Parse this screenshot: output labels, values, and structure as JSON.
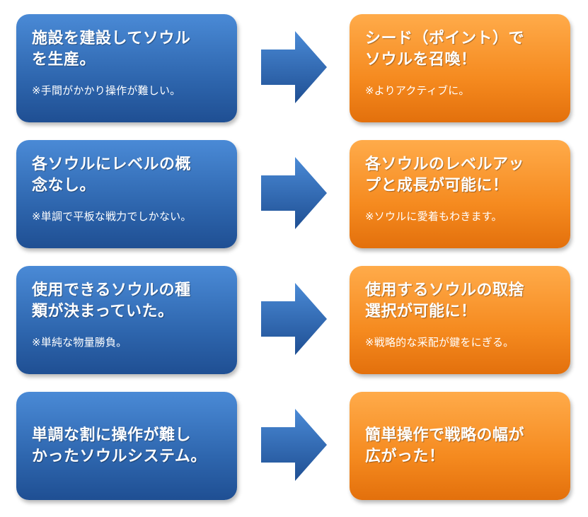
{
  "rows": [
    {
      "before": {
        "title": "施設を建設してソウル\nを生産。",
        "note": "※手間がかかり操作が難しい。"
      },
      "after": {
        "title": "シード（ポイント）で\nソウルを召喚！",
        "note": "※よりアクティブに。"
      }
    },
    {
      "before": {
        "title": "各ソウルにレベルの概\n念なし。",
        "note": "※単調で平板な戦力でしかない。"
      },
      "after": {
        "title": "各ソウルのレベルアッ\nプと成長が可能に！",
        "note": "※ソウルに愛着もわきます。"
      }
    },
    {
      "before": {
        "title": "使用できるソウルの種\n類が決まっていた。",
        "note": "※単純な物量勝負。"
      },
      "after": {
        "title": "使用するソウルの取捨\n選択が可能に！",
        "note": "※戦略的な采配が鍵をにぎる。"
      }
    },
    {
      "before": {
        "title": "単調な割に操作が難し\nかったソウルシステム。"
      },
      "after": {
        "title": "簡単操作で戦略の幅が\n広がった！"
      }
    }
  ],
  "colors": {
    "before_box": "#2e66ae",
    "after_box": "#f58a1f",
    "arrow": "#2e66ae"
  },
  "icons": {
    "arrow": "right-arrow-icon"
  }
}
